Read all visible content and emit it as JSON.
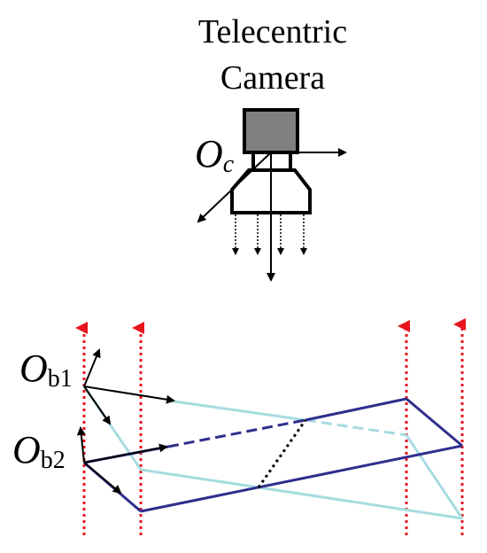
{
  "title": {
    "line1": "Telecentric",
    "line2": "Camera"
  },
  "labels": {
    "camera_frame": {
      "main": "O",
      "sub": "c"
    },
    "board_frame_1": {
      "main": "O",
      "sub": "b1"
    },
    "board_frame_2": {
      "main": "O",
      "sub": "b2"
    }
  },
  "colors": {
    "camera_body": "#808080",
    "outline": "#000000",
    "projection_rays": "#e8141c",
    "board_dark": "#2e2e8c",
    "board_light": "#a6dce0"
  }
}
